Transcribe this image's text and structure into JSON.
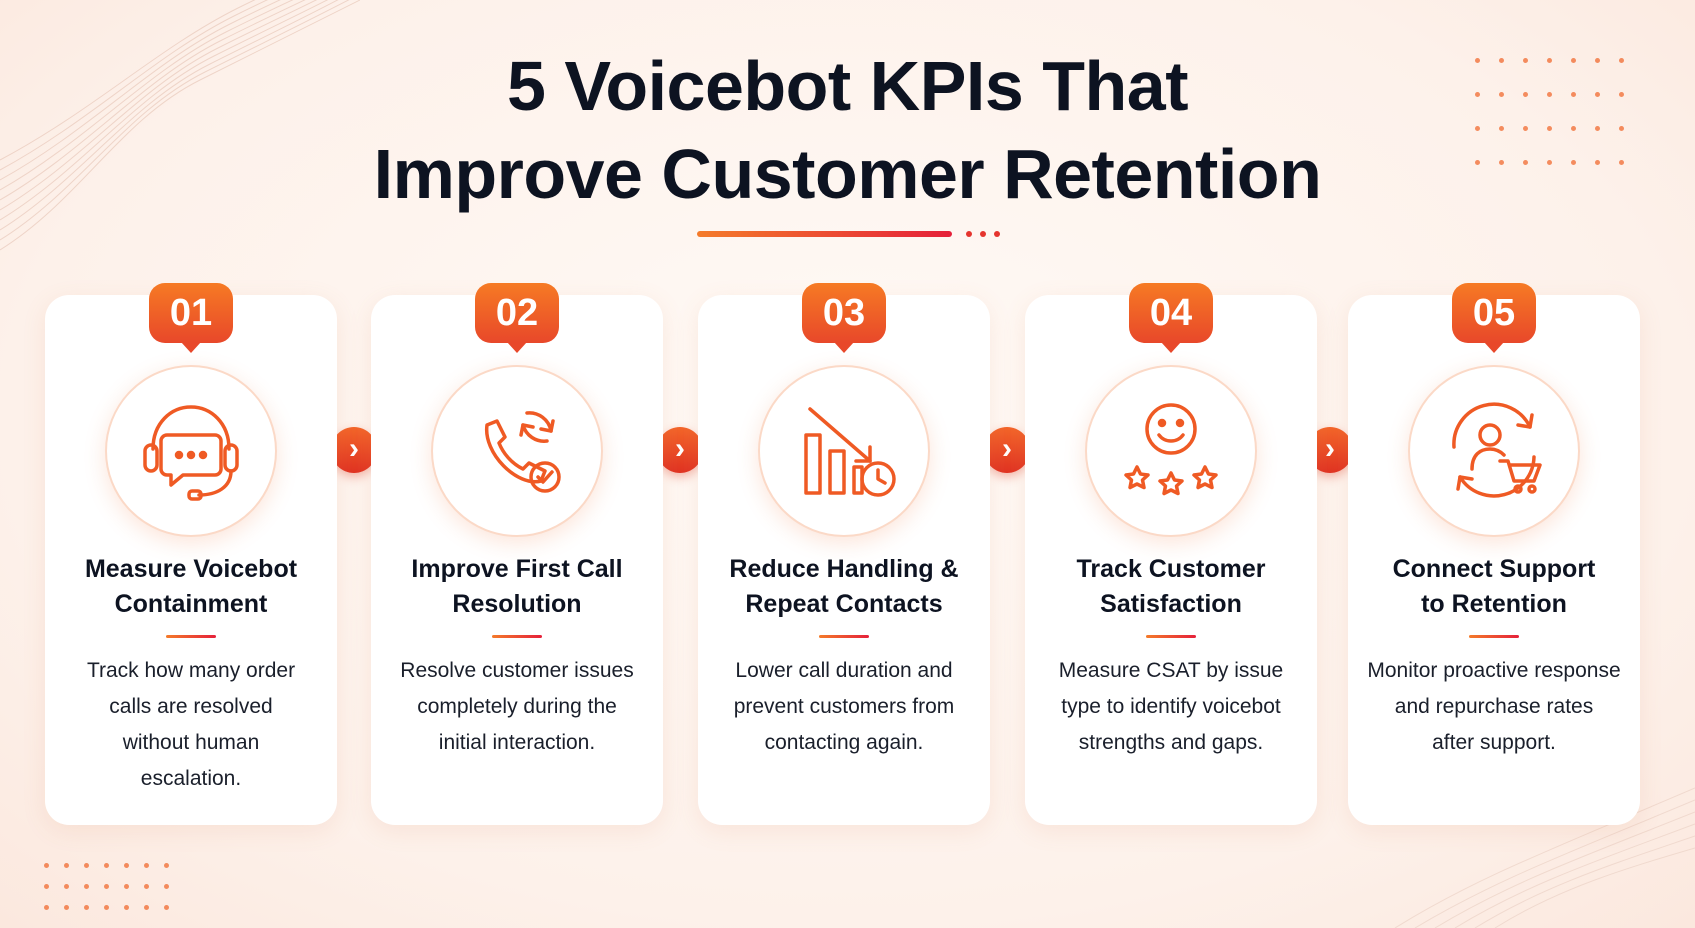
{
  "title": {
    "line1": "5 Voicebot KPIs That",
    "line2": "Improve Customer Retention"
  },
  "colors": {
    "accent": "#f05a28",
    "accent_light": "#f67a24",
    "accent_dark": "#e5203a",
    "text": "#0d1321"
  },
  "steps": [
    {
      "number": "01",
      "icon": "headset-chat-icon",
      "title_line1": "Measure Voicebot",
      "title_line2": "Containment",
      "desc_lines": [
        "Track how many order",
        "calls are resolved",
        "without human",
        "escalation."
      ]
    },
    {
      "number": "02",
      "icon": "phone-check-icon",
      "title_line1": "Improve First Call",
      "title_line2": "Resolution",
      "desc_lines": [
        "Resolve customer issues",
        "completely during the",
        "initial interaction."
      ]
    },
    {
      "number": "03",
      "icon": "bar-chart-down-clock-icon",
      "title_line1": "Reduce Handling &",
      "title_line2": "Repeat Contacts",
      "desc_lines": [
        "Lower call duration and",
        "prevent customers from",
        "contacting again."
      ]
    },
    {
      "number": "04",
      "icon": "smiley-stars-icon",
      "title_line1": "Track Customer",
      "title_line2": "Satisfaction",
      "desc_lines": [
        "Measure CSAT by issue",
        "type to identify voicebot",
        "strengths and gaps."
      ]
    },
    {
      "number": "05",
      "icon": "user-cart-cycle-icon",
      "title_line1": "Connect Support",
      "title_line2": "to Retention",
      "desc_lines": [
        "Monitor proactive response",
        "and repurchase rates",
        "after support."
      ]
    }
  ],
  "connector_icon": "chevron-right-icon"
}
